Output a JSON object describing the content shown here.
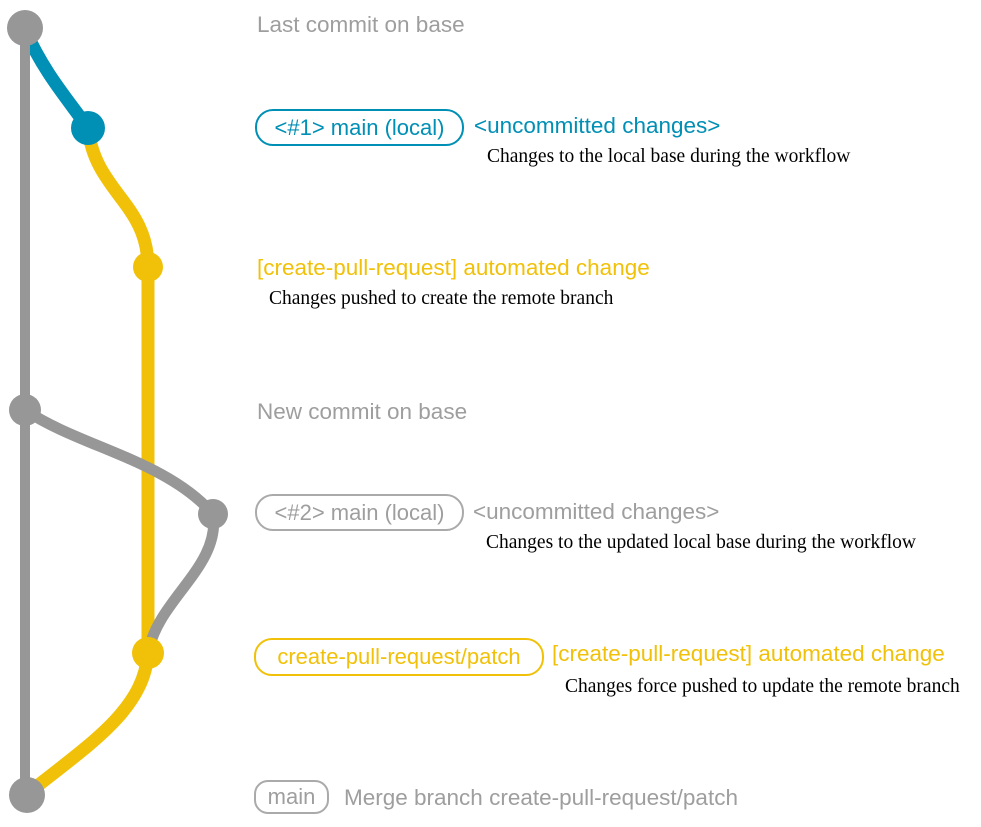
{
  "colors": {
    "gray": "#979797",
    "blue": "#008fb5",
    "yellow": "#f1c109",
    "text_gray": "#9e9e9e",
    "caption_black": "#000000",
    "background": "#ffffff"
  },
  "graph": {
    "description": "git commit graph",
    "commits": [
      {
        "name": "last-commit-on-base",
        "color": "gray"
      },
      {
        "name": "local-main-commit-1",
        "color": "blue"
      },
      {
        "name": "patch-commit-1",
        "color": "yellow"
      },
      {
        "name": "new-commit-on-base",
        "color": "gray"
      },
      {
        "name": "local-main-commit-2",
        "color": "gray"
      },
      {
        "name": "patch-commit-2",
        "color": "yellow"
      },
      {
        "name": "merge-commit",
        "color": "gray"
      }
    ]
  },
  "rows": [
    {
      "label": "Last commit on base"
    },
    {
      "badge": "<#1> main (local)",
      "heading": "<uncommitted changes>",
      "caption": "Changes to the local base during the workflow"
    },
    {
      "heading": "[create-pull-request] automated change",
      "caption": "Changes pushed to create the remote branch"
    },
    {
      "label": "New commit on base"
    },
    {
      "badge": "<#2> main (local)",
      "heading": "<uncommitted changes>",
      "caption": "Changes to the updated local base during the workflow"
    },
    {
      "badge": "create-pull-request/patch",
      "heading": "[create-pull-request] automated change",
      "caption": "Changes force pushed to update the remote branch"
    },
    {
      "badge": "main",
      "label": "Merge branch create-pull-request/patch"
    }
  ]
}
